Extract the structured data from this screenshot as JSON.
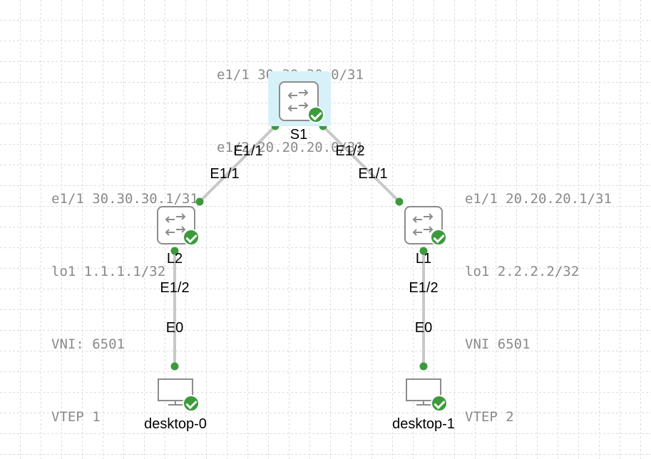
{
  "nodes": {
    "s1": {
      "name": "S1"
    },
    "l2": {
      "name": "L2"
    },
    "l1": {
      "name": "L1"
    },
    "desktop0": {
      "name": "desktop-0"
    },
    "desktop1": {
      "name": "desktop-1"
    }
  },
  "notes": {
    "s1": [
      "e1/1 30.30.30.0/31",
      "e1/2 20.20.20.0/31"
    ],
    "l2": [
      "e1/1 30.30.30.1/31",
      "lo1 1.1.1.1/32",
      "VNI: 6501",
      "VTEP 1"
    ],
    "l1": [
      "e1/1 20.20.20.1/31",
      "lo1 2.2.2.2/32",
      "VNI 6501",
      "VTEP 2"
    ]
  },
  "links": {
    "s1_l2": {
      "a": "E1/1",
      "b": "E1/1"
    },
    "s1_l1": {
      "a": "E1/2",
      "b": "E1/1"
    },
    "l2_d0": {
      "a": "E1/2",
      "b": "E0"
    },
    "l1_d1": {
      "a": "E1/2",
      "b": "E0"
    }
  },
  "colors": {
    "link": "#c8c8c8",
    "port": "#3c9a3c",
    "status_ok": "#3c9a3c",
    "selection": "#d7f1f8",
    "note_text": "#8a8a8a"
  },
  "icons": {
    "switch": "switch-arrows-icon",
    "desktop": "monitor-icon",
    "status": "check-circle-icon"
  }
}
